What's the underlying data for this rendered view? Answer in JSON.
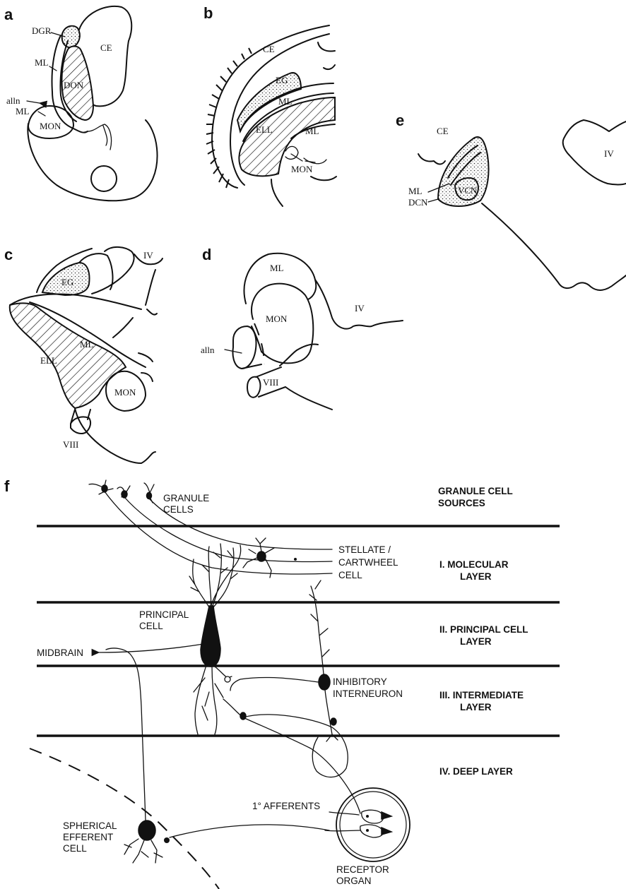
{
  "panels": {
    "a": {
      "letter": "a",
      "labels": {
        "dgr": "DGR",
        "ce": "CE",
        "ml_top": "ML",
        "don": "DON",
        "alln": "alln",
        "ml_bottom": "ML",
        "mon": "MON"
      }
    },
    "b": {
      "letter": "b",
      "labels": {
        "ce": "CE",
        "eg": "EG",
        "ml_top": "ML",
        "ell": "ELL",
        "ml_bottom": "ML",
        "mon": "MON"
      }
    },
    "c": {
      "letter": "c",
      "labels": {
        "iv": "IV",
        "eg": "EG",
        "ml": "ML",
        "ell": "ELL",
        "mon": "MON",
        "viii": "VIII"
      }
    },
    "d": {
      "letter": "d",
      "labels": {
        "ml": "ML",
        "mon": "MON",
        "iv": "IV",
        "alln": "alln",
        "viii": "VIII"
      }
    },
    "e": {
      "letter": "e",
      "labels": {
        "ce": "CE",
        "iv": "IV",
        "ml": "ML",
        "dcn": "DCN",
        "vcn": "VCN"
      }
    },
    "f": {
      "letter": "f",
      "cells": {
        "granule": [
          "GRANULE",
          "CELLS"
        ],
        "stellate": [
          "STELLATE /",
          "CARTWHEEL",
          "CELL"
        ],
        "principal": [
          "PRINCIPAL",
          "CELL"
        ],
        "midbrain": "MIDBRAIN",
        "inhibitory": [
          "INHIBITORY",
          "INTERNEURON"
        ],
        "afferents": "1° AFFERENTS",
        "spherical": [
          "SPHERICAL",
          "EFFERENT",
          "CELL"
        ],
        "receptor": [
          "RECEPTOR",
          "ORGAN"
        ]
      },
      "layers": {
        "sources": [
          "GRANULE CELL",
          "SOURCES"
        ],
        "molecular": [
          "I.  MOLECULAR",
          "LAYER"
        ],
        "principal": [
          "II.  PRINCIPAL CELL",
          "LAYER"
        ],
        "intermediate": [
          "III.  INTERMEDIATE",
          "LAYER"
        ],
        "deep": "IV.  DEEP LAYER"
      }
    }
  }
}
